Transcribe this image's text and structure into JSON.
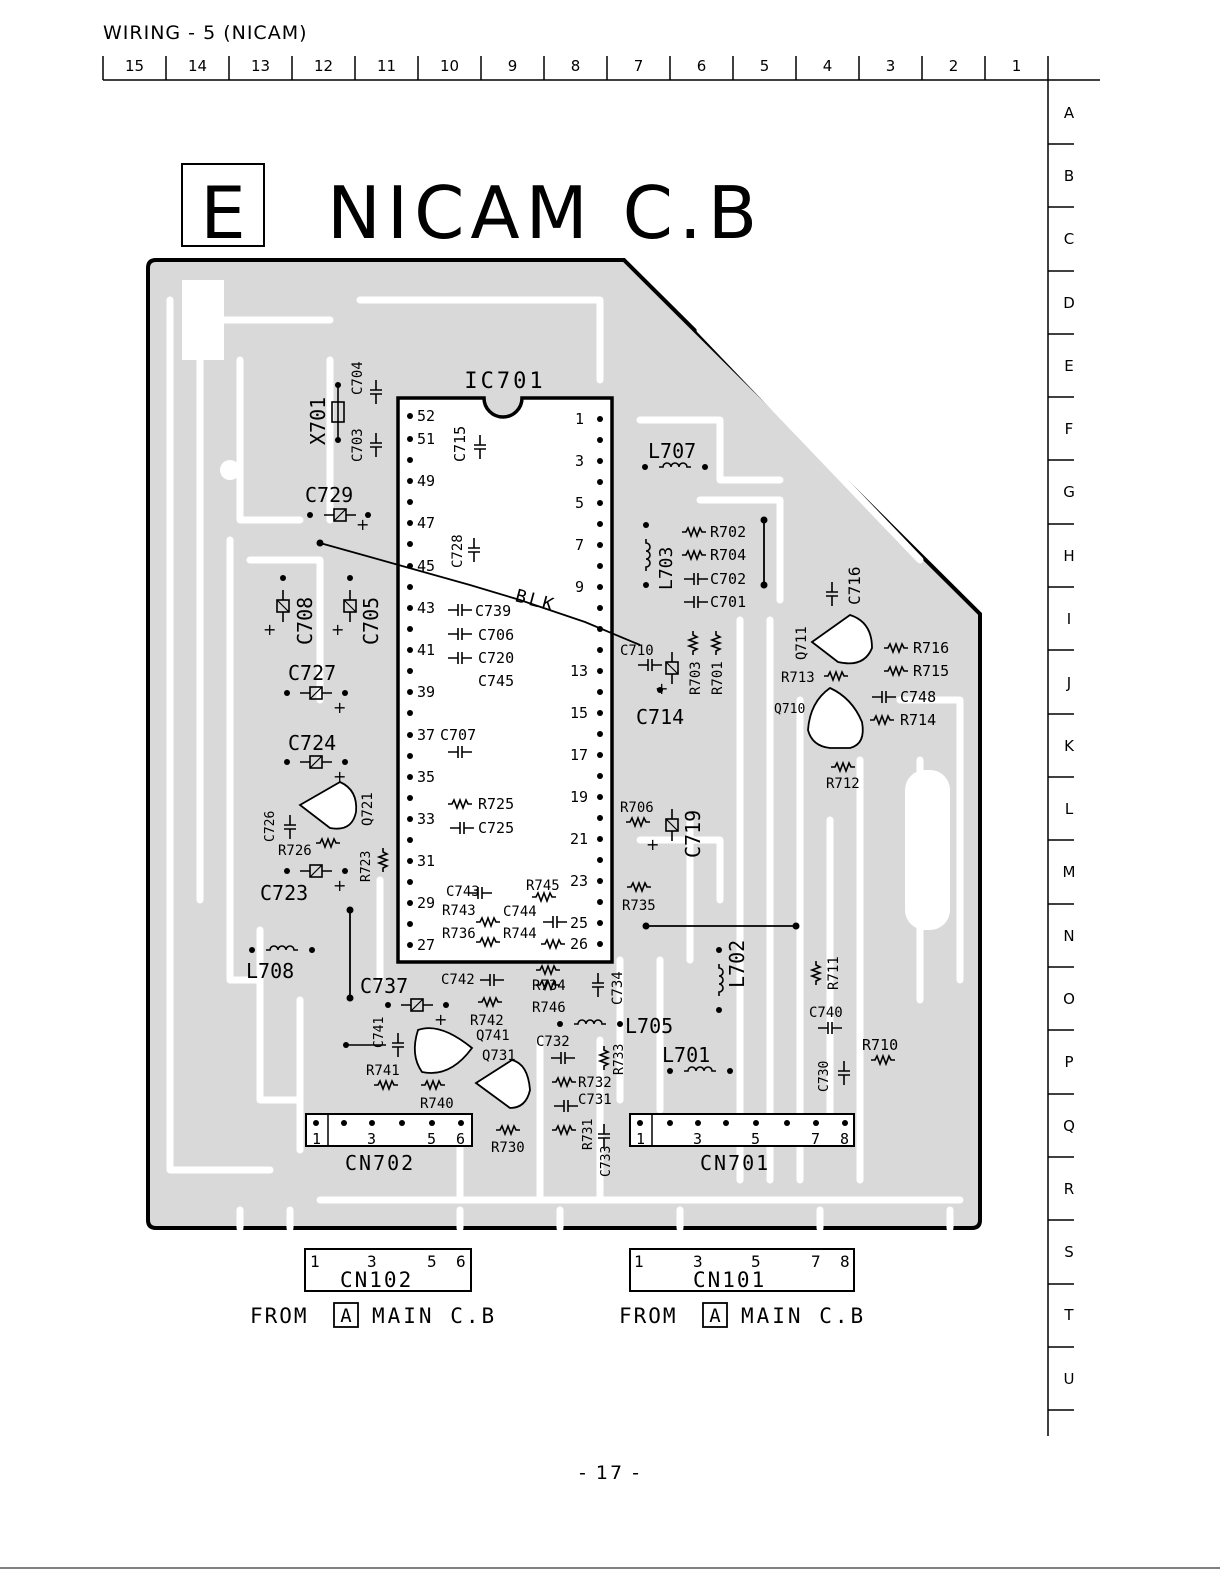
{
  "header": {
    "title": "WIRING - 5  (NICAM)",
    "columns": [
      "15",
      "14",
      "13",
      "12",
      "11",
      "10",
      "9",
      "8",
      "7",
      "6",
      "5",
      "4",
      "3",
      "2",
      "1"
    ],
    "rows": [
      "A",
      "B",
      "C",
      "D",
      "E",
      "F",
      "G",
      "H",
      "I",
      "J",
      "K",
      "L",
      "M",
      "N",
      "O",
      "P",
      "Q",
      "R",
      "S",
      "T",
      "U"
    ]
  },
  "board": {
    "letter": "E",
    "title": "NICAM  C.B",
    "ic": {
      "name": "IC701",
      "left_pins": [
        "52",
        "51",
        "49",
        "47",
        "45",
        "43",
        "41",
        "39",
        "37",
        "35",
        "33",
        "31",
        "29",
        "27"
      ],
      "right_pins": [
        "1",
        "3",
        "5",
        "7",
        "9",
        "13",
        "15",
        "17",
        "19",
        "21",
        "23",
        "25",
        "26"
      ]
    },
    "wire_label": "BLK",
    "components": {
      "x701": "X701",
      "c704": "C704",
      "c703": "C703",
      "c715": "C715",
      "l707": "L707",
      "c729": "C729",
      "c728": "C728",
      "l703": "L703",
      "r702": "R702",
      "r704": "R704",
      "c702": "C702",
      "c701": "C701",
      "c716": "C716",
      "c708": "C708",
      "c705": "C705",
      "c739": "C739",
      "c706": "C706",
      "c720": "C720",
      "c745": "C745",
      "c710": "C710",
      "r703": "R703",
      "r701": "R701",
      "q711": "Q711",
      "r716": "R716",
      "r715": "R715",
      "r713": "R713",
      "c727": "C727",
      "c714": "C714",
      "c748": "C748",
      "q710": "Q710",
      "r714": "R714",
      "c724": "C724",
      "c707": "C707",
      "r712": "R712",
      "r725": "R725",
      "r706": "R706",
      "c719": "C719",
      "c726": "C726",
      "q721": "Q721",
      "c725": "C725",
      "r726": "R726",
      "r723": "R723",
      "c723": "C723",
      "c743": "C743",
      "r745": "R745",
      "r743": "R743",
      "c744": "C744",
      "r735": "R735",
      "r736": "R736",
      "r744": "R744",
      "l708": "L708",
      "l702": "L702",
      "r711": "R711",
      "c737": "C737",
      "c742": "C742",
      "r734": "R734",
      "c734": "C734",
      "r742": "R742",
      "r746": "R746",
      "c740": "C740",
      "c741": "C741",
      "q741": "Q741",
      "l705": "L705",
      "q731": "Q731",
      "c732": "C732",
      "r733": "R733",
      "l701": "L701",
      "r710": "R710",
      "r741": "R741",
      "r732": "R732",
      "c730": "C730",
      "r740": "R740",
      "c731": "C731",
      "r730": "R730",
      "r731": "R731",
      "c733": "C733"
    },
    "cn702": {
      "name": "CN702",
      "pins": [
        "1",
        "3",
        "5",
        "6"
      ]
    },
    "cn701": {
      "name": "CN701",
      "pins": [
        "1",
        "3",
        "5",
        "7",
        "8"
      ]
    },
    "cn102": {
      "name": "CN102",
      "pins": [
        "1",
        "3",
        "5",
        "6"
      ],
      "from_prefix": "FROM",
      "from_box": "A",
      "from_suffix": "MAIN C.B"
    },
    "cn101": {
      "name": "CN101",
      "pins": [
        "1",
        "3",
        "5",
        "7",
        "8"
      ],
      "from_prefix": "FROM",
      "from_box": "A",
      "from_suffix": "MAIN C.B"
    }
  },
  "page_number": "- 17  -"
}
